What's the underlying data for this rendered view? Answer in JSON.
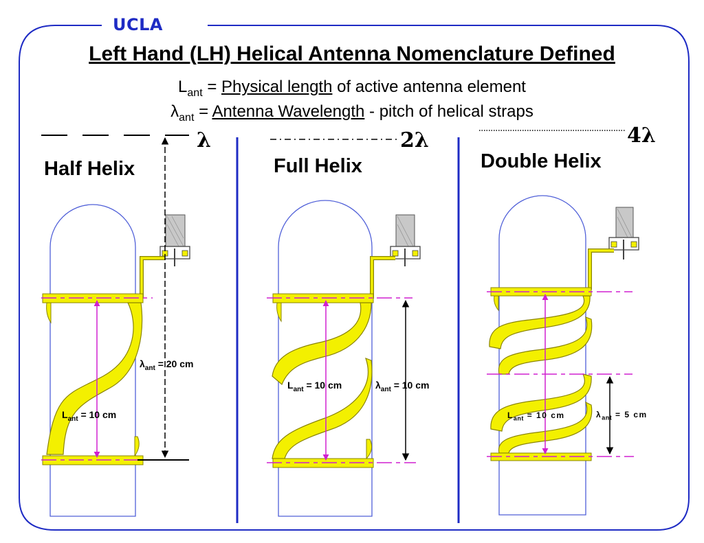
{
  "header": {
    "brand": "UCLA",
    "title": "Left Hand (LH) Helical Antenna Nomenclature Defined"
  },
  "definitions": [
    {
      "symbol": "L",
      "subscript": "ant",
      "equals": "=",
      "term": "Physical length",
      "rest": "of active antenna element"
    },
    {
      "symbol": "λ",
      "subscript": "ant",
      "equals": "=",
      "term": "Antenna Wavelength",
      "rest": "- pitch of helical straps"
    }
  ],
  "panels": [
    {
      "title": "Half Helix",
      "wavelength_label": "λ",
      "length": {
        "symbol": "L",
        "sub": "ant",
        "text": "= 10 cm"
      },
      "pitch": {
        "symbol": "λ",
        "sub": "ant",
        "text": "= 20 cm"
      }
    },
    {
      "title": "Full Helix",
      "wavelength_label": "2λ",
      "length": {
        "symbol": "L",
        "sub": "ant",
        "text": "= 10 cm"
      },
      "pitch": {
        "symbol": "λ",
        "sub": "ant",
        "text": "= 10 cm"
      }
    },
    {
      "title": "Double Helix",
      "wavelength_label": "4λ",
      "length": {
        "symbol": "L",
        "sub": "ant",
        "text": "= 10 cm"
      },
      "pitch": {
        "symbol": "λ",
        "sub": "ant",
        "text": "= 5 cm"
      }
    }
  ],
  "colors": {
    "frame": "#1e2bc4",
    "cylinder": "#4f5fd8",
    "strap": "#f3f000",
    "strap_edge": "#8a8400",
    "dim_line": "#d020d0",
    "connector": "#c8c8c8"
  }
}
